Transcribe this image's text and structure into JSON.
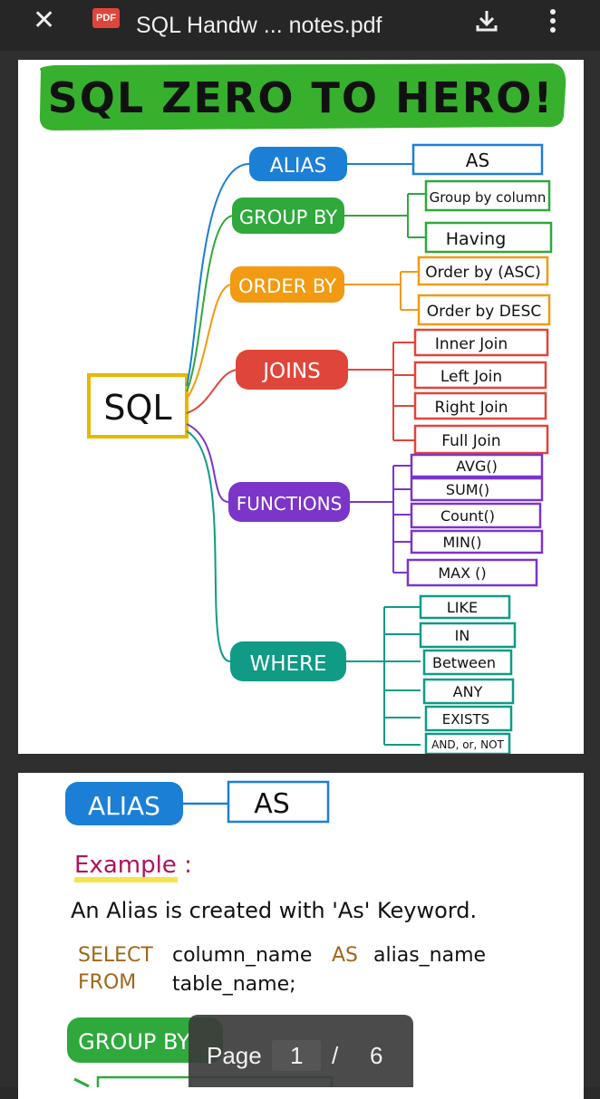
{
  "toolbar": {
    "title": "SQL Handw ... notes.pdf",
    "pdf_badge": "PDF",
    "close_icon": "close-icon",
    "download_icon": "download-icon",
    "menu_icon": "more-vert-icon"
  },
  "page1": {
    "banner_title": "SQL ZERO TO HERO!",
    "root": "SQL",
    "branches": [
      {
        "label": "ALIAS",
        "color": "#1c7fd6",
        "items": [
          "AS"
        ]
      },
      {
        "label": "GROUP BY",
        "color": "#2fa83c",
        "items": [
          "Group by column",
          "Having"
        ]
      },
      {
        "label": "ORDER BY",
        "color": "#f29a12",
        "items": [
          "Order by (ASC)",
          "Order by DESC"
        ]
      },
      {
        "label": "JOINS",
        "color": "#e0453a",
        "items": [
          "Inner Join",
          "Left Join",
          "Right Join",
          "Full Join"
        ]
      },
      {
        "label": "FUNCTIONS",
        "color": "#7b35c8",
        "items": [
          "AVG()",
          "SUM()",
          "Count()",
          "MIN()",
          "MAX ()"
        ]
      },
      {
        "label": "WHERE",
        "color": "#0f9b86",
        "items": [
          "LIKE",
          "IN",
          "Between",
          "ANY",
          "EXISTS",
          "AND, or, NOT"
        ]
      }
    ]
  },
  "page2": {
    "alias_label": "ALIAS",
    "as_label": "AS",
    "example_heading": "Example :",
    "sentence": "An Alias is created with 'As' Keyword.",
    "code_line1_kw": "SELECT",
    "code_line1_rest": "column_name",
    "code_line1_kw2": "AS",
    "code_line1_rest2": "alias_name",
    "code_line2_kw": "FROM",
    "code_line2_rest": "table_name;",
    "group_by_label": "GROUP BY"
  },
  "pager": {
    "page_word": "Page",
    "current": "1",
    "separator": "/",
    "total": "6"
  }
}
